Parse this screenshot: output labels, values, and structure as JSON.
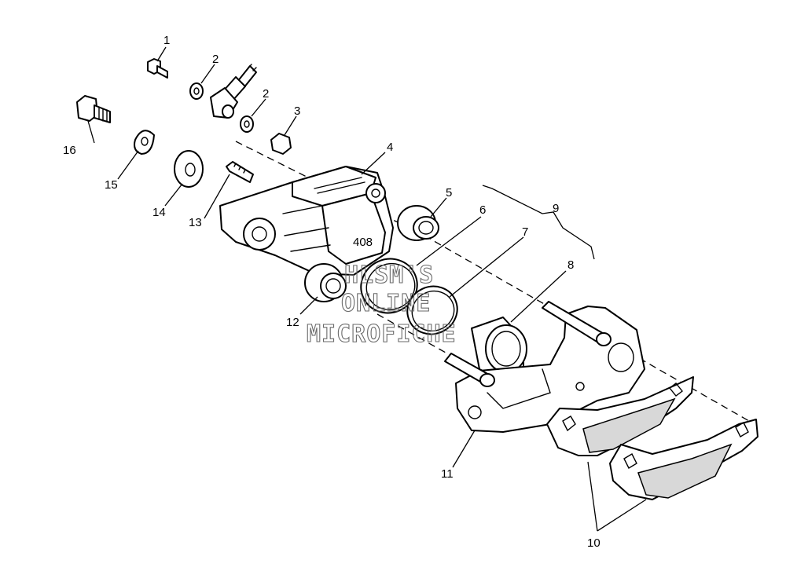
{
  "callouts": {
    "c1": "1",
    "c2a": "2",
    "c2b": "2",
    "c3": "3",
    "c4": "4",
    "c5": "5",
    "c6": "6",
    "c7": "7",
    "c8": "8",
    "c9": "9",
    "c10": "10",
    "c11": "11",
    "c12": "12",
    "c13": "13",
    "c14": "14",
    "c15": "15",
    "c16": "16"
  },
  "watermark": {
    "line1": "HLSM'S",
    "line2": "ONLINE",
    "line3": "MICROFICHE"
  },
  "caliper_marking": "408"
}
